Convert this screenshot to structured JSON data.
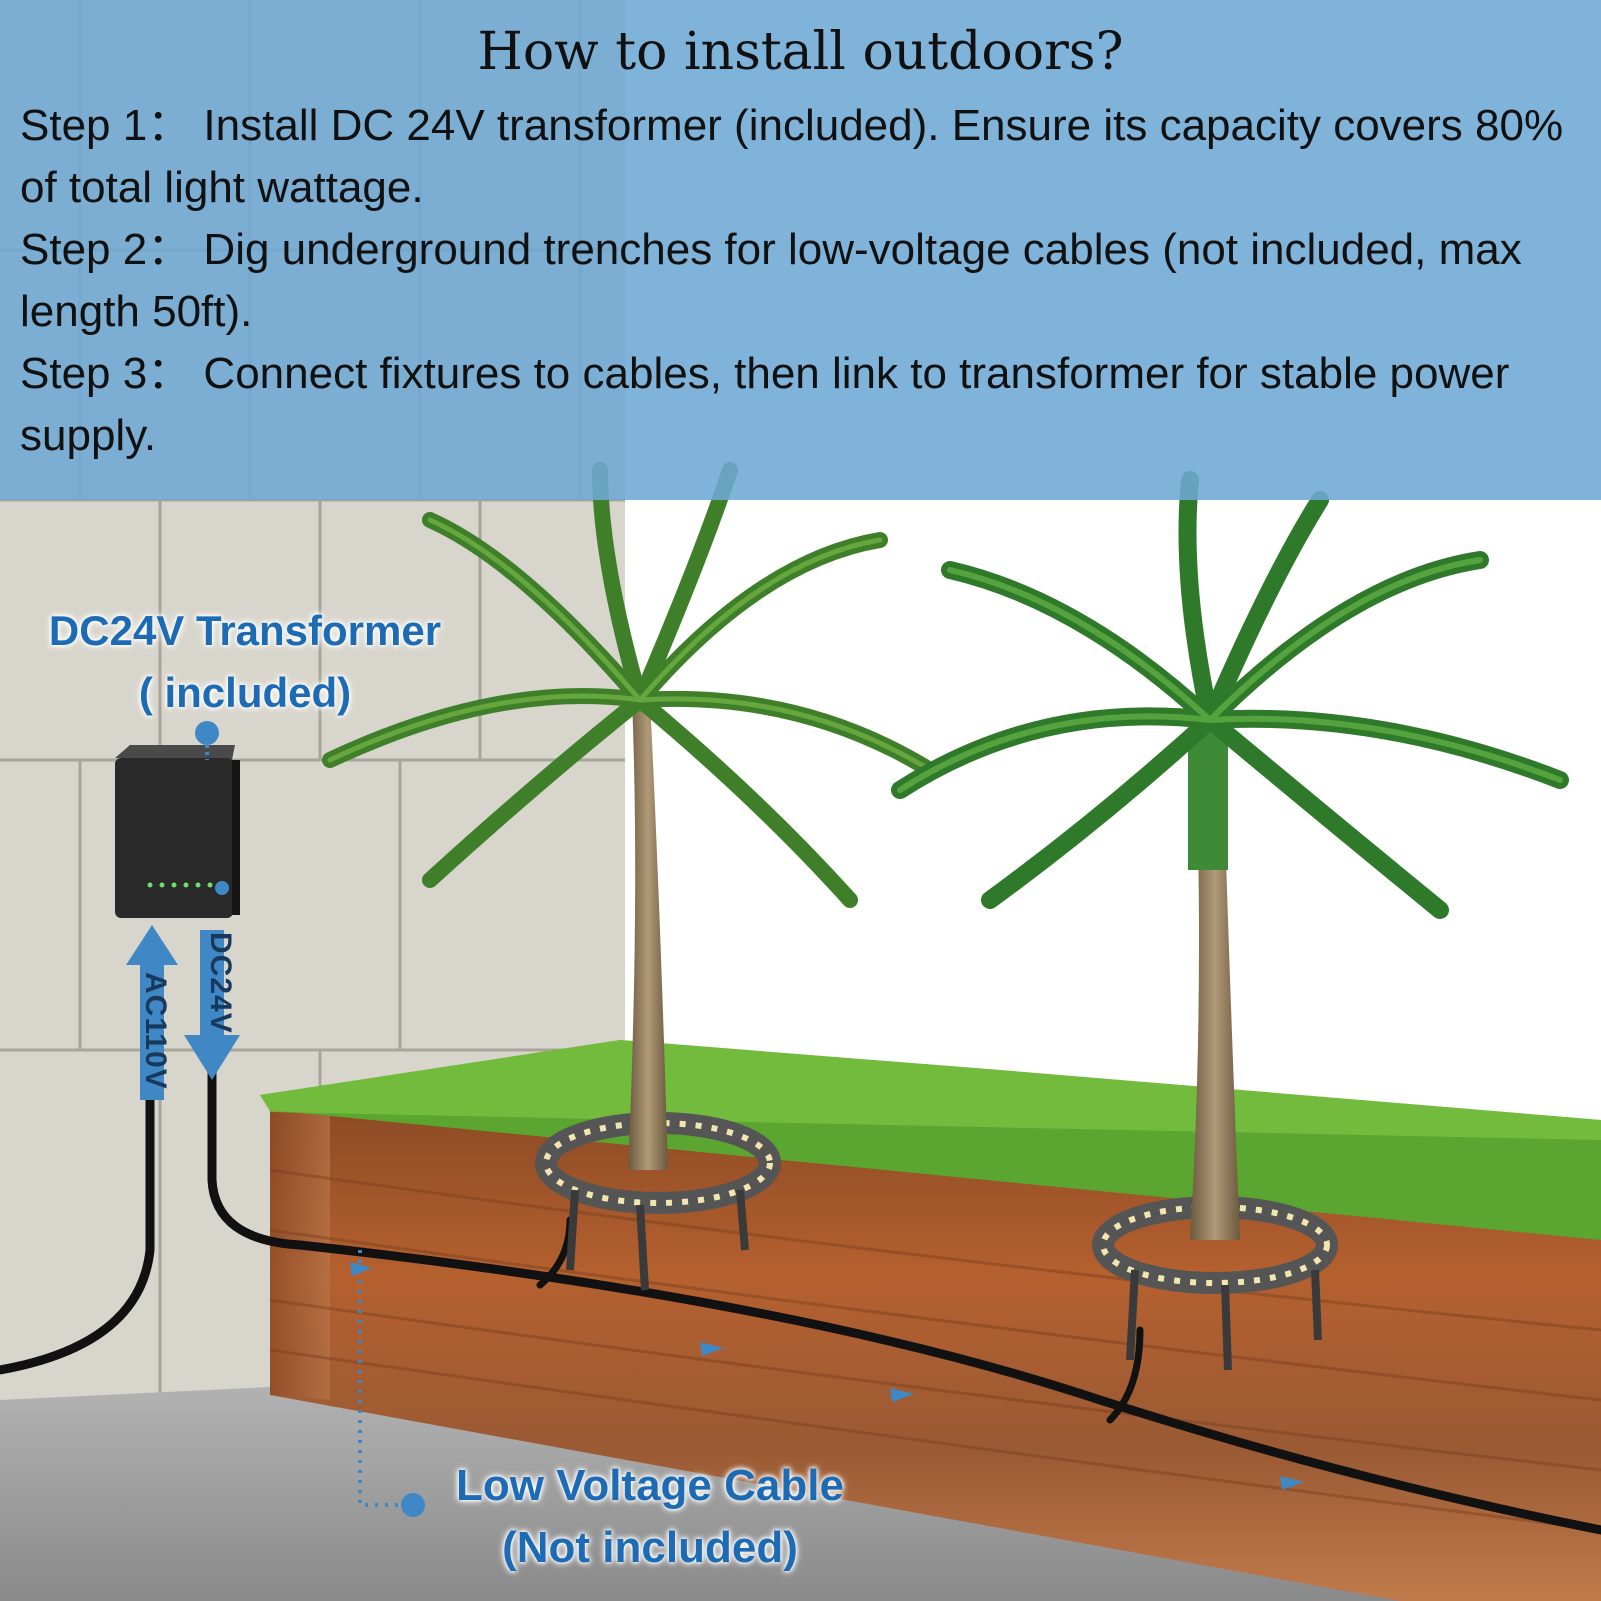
{
  "title": "How to install outdoors?",
  "steps": [
    "Step 1： Install DC 24V transformer (included). Ensure its capacity covers 80% of total light wattage.",
    "Step 2： Dig underground trenches for low-voltage cables (not included, max length 50ft).",
    "Step 3： Connect fixtures to cables, then link to transformer for stable power supply."
  ],
  "callouts": {
    "transformer_line1": "DC24V Transformer",
    "transformer_line2": "( included)",
    "cable_line1": "Low Voltage Cable",
    "cable_line2": "(Not included)"
  },
  "arrows": {
    "ac": "AC110V",
    "dc": "DC24V"
  },
  "colors": {
    "header": "#6ea8d4",
    "callout": "#1d6bb5",
    "arrow": "#3f88c5",
    "wall": "#d8d6cc",
    "grass": "#5aa630",
    "soil": "#a3542b",
    "floor": "#9a9a9a"
  }
}
